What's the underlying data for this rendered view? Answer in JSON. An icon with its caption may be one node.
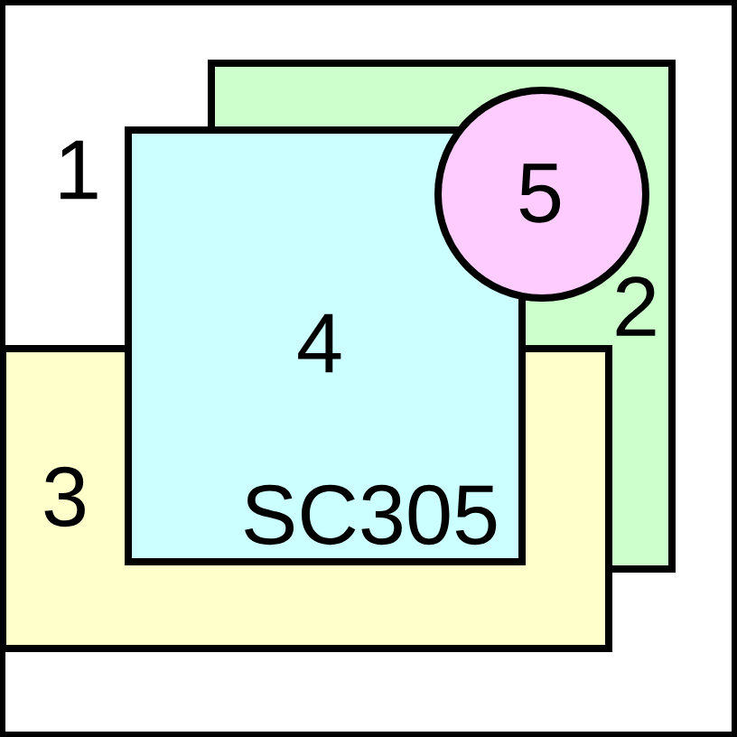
{
  "diagram": {
    "nodes": [
      {
        "text": [
          "1"
        ]
      },
      {
        "text": [
          "2"
        ],
        "in": 0
      },
      {
        "text": [
          "3"
        ],
        "in": 0
      },
      {
        "text": [
          "4",
          "SC305"
        ],
        "in": 0
      },
      {
        "text": [
          "5"
        ],
        "in": 1
      }
    ]
  }
}
